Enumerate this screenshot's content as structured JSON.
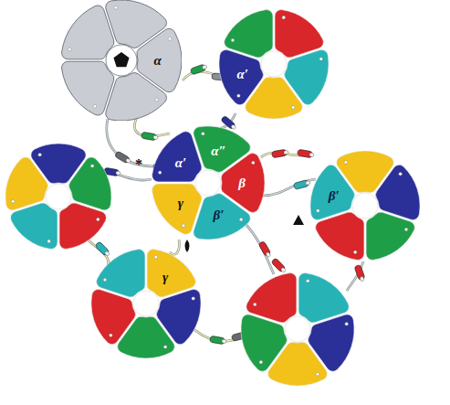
{
  "diagram": {
    "nodes": [
      {
        "text": [
          "α"
        ]
      },
      {
        "text": [
          "α′"
        ]
      },
      {
        "text": [
          "α′",
          "α″",
          "β",
          "γ",
          "β′"
        ]
      },
      {
        "text": [
          "β′"
        ]
      },
      {
        "text": [
          "γ"
        ]
      }
    ],
    "labels": [
      "*"
    ]
  }
}
